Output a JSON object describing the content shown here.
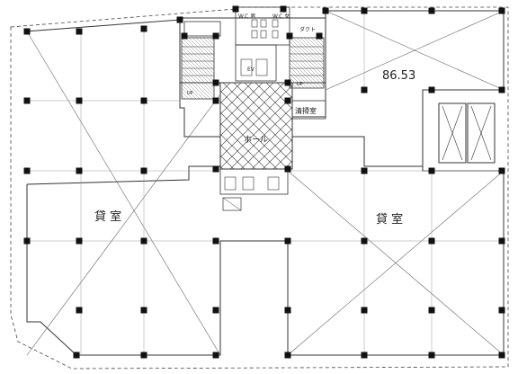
{
  "labels": {
    "area_value": "86.53",
    "hall": "ホール",
    "office_left": "貸 室",
    "office_right": "貸 室",
    "cleaning_room": "清掃室",
    "wc_men": "W.C 男",
    "wc_women": "W.C 女",
    "pipe_space": "ダクト",
    "elevator": "EV",
    "stair_left": "UP",
    "stair_right": "UP"
  },
  "colors": {
    "line": "#333333",
    "column": "#111111",
    "hatch": "#555555"
  }
}
